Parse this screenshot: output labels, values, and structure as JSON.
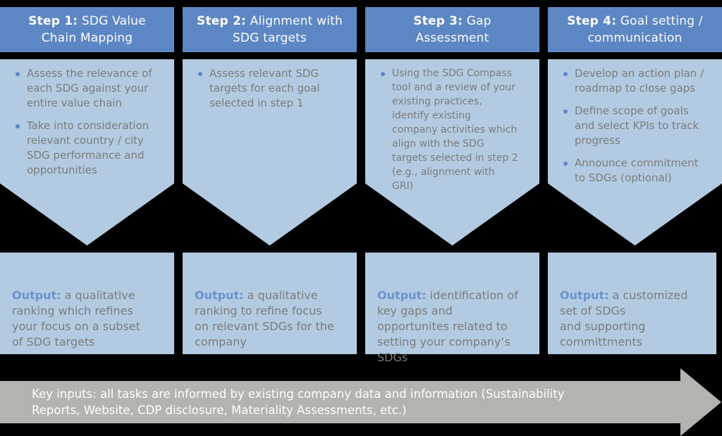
{
  "colors": {
    "background": "#000000",
    "header_bg": "#5d87c4",
    "header_text": "#fdfdfd",
    "panel_bg": "#b3cbe2",
    "text_gray": "#7d7c7c",
    "bullet_blue": "#5d87c7",
    "label_blue": "#6b92d0",
    "arrow_gray": "#b5b3b0"
  },
  "steps": [
    {
      "header_bold": "Step 1:",
      "header_rest": " SDG Value\nChain Mapping",
      "bullets": [
        "Assess the relevance of each SDG against your entire value chain",
        "Take into consideration relevant country / city SDG performance and opportunities"
      ],
      "output_label": "Output:",
      "output_text": " a qualitative ranking which refines your focus on a subset of SDG targets"
    },
    {
      "header_bold": "Step 2:",
      "header_rest": " Alignment with\nSDG targets",
      "bullets": [
        "Assess relevant SDG targets for each goal selected in step 1"
      ],
      "output_label": "Output:",
      "output_text": " a qualitative ranking to refine focus on relevant SDGs for the company"
    },
    {
      "header_bold": "Step 3:",
      "header_rest": " Gap\nAssessment",
      "bullets": [
        "Using the SDG Compass tool and a review of your existing practices, identify existing company activities which align with the SDG targets selected in step 2 (e.g., alignment with GRI)"
      ],
      "output_label": "Output:",
      "output_text": " identification of key gaps and opportunites related to setting your company’s SDGs"
    },
    {
      "header_bold": "Step 4:",
      "header_rest": " Goal setting /\ncommunication",
      "bullets": [
        "Develop an action plan / roadmap to close gaps",
        "Define scope of goals and select KPIs to track progress",
        "Announce commitment to SDGs (optional)"
      ],
      "output_label": "Output:",
      "output_text": " a customized set of SDGs\nand supporting\ncommittments"
    }
  ],
  "key_inputs": "Key inputs: all tasks are informed by existing company data and information (Sustainability\nReports, Website, CDP disclosure, Materiality Assessments, etc.)"
}
